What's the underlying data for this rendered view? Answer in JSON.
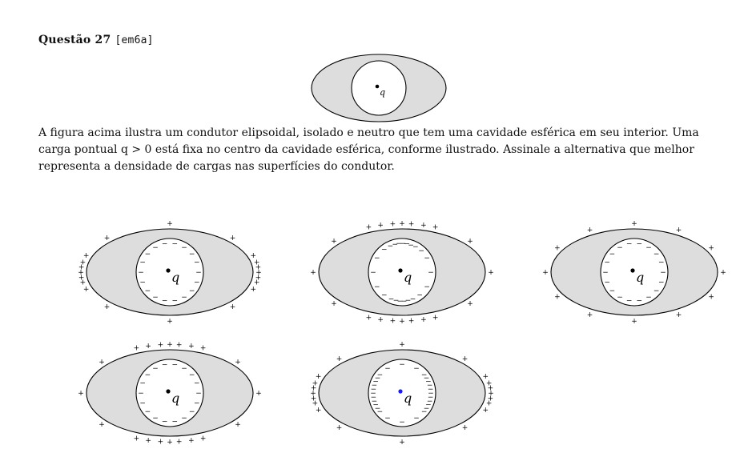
{
  "question": {
    "label": "Questão 27",
    "code": "[em6a]"
  },
  "statement": "A figura acima ilustra um condutor elipsoidal, isolado e neutro que tem uma cavidade esférica em seu interior. Uma carga pontual q > 0 está fixa no centro da cavidade esférica, conforme ilustrado. Assinale a alternativa que melhor representa a densidade de cargas nas superfícies do condutor.",
  "charge_label": "q",
  "symbols": {
    "positive": "+",
    "negative": "−"
  },
  "colors": {
    "conductor": "#dddddd",
    "cavity": "#ffffff",
    "charge": "#000000",
    "highlighted_charge": "#1a1aff"
  },
  "alternatives": [
    {
      "outer": "concentrated-ends",
      "inner": "uniform"
    },
    {
      "outer": "concentrated-top-bottom",
      "inner": "dense-top-bottom"
    },
    {
      "outer": "uniform",
      "inner": "uniform"
    },
    {
      "outer": "concentrated-top-bottom",
      "inner": "uniform"
    },
    {
      "outer": "concentrated-ends",
      "inner": "dense-sides",
      "charge_color": "#1a1aff"
    }
  ]
}
